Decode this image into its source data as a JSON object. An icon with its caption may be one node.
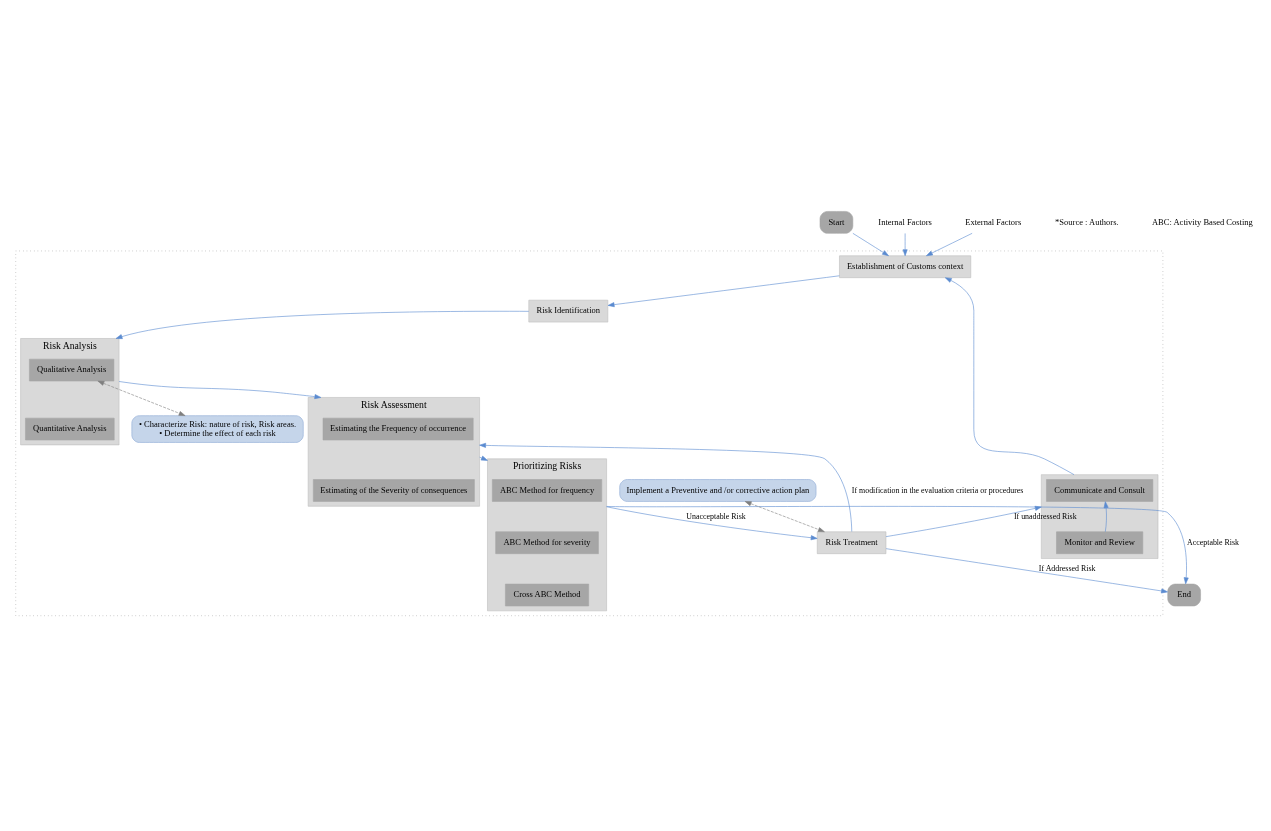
{
  "diagram": {
    "nodes": [
      {
        "text": [
          "Start"
        ]
      },
      {
        "text": [
          "Internal Factors"
        ]
      },
      {
        "text": [
          "External Factors"
        ]
      },
      {
        "text": [],
        "shape": "box"
      },
      {
        "text": [
          "Establishment of Customs context"
        ],
        "in": 3
      },
      {
        "text": [
          "Risk Identification"
        ],
        "in": 3
      },
      {
        "text": [
          "Risk Analysis"
        ],
        "in": 3
      },
      {
        "text": [
          "Qualitative Analysis"
        ],
        "in": 6
      },
      {
        "text": [
          "Quantitative Analysis"
        ],
        "in": 6
      },
      {
        "text": [
          "• Characterize Risk: nature of risk, Risk areas.",
          "• Determine the effect of each risk"
        ],
        "in": 3
      },
      {
        "text": [],
        "shape": "box",
        "in": 3
      },
      {
        "text": [
          "Communicate and Consult"
        ],
        "in": 10
      },
      {
        "text": [
          "Monitor and Review"
        ],
        "in": 10
      },
      {
        "text": [
          "Risk Assessment"
        ],
        "in": 3
      },
      {
        "text": [
          "Estimating the Frequency of occurrence"
        ],
        "in": 13
      },
      {
        "text": [
          "Estimating of the Severity of consequences"
        ],
        "in": 13
      },
      {
        "text": [
          "Prioritizing Risks"
        ],
        "in": 3
      },
      {
        "text": [
          "ABC Method for frequency"
        ],
        "in": 16
      },
      {
        "text": [
          "ABC Method for severity"
        ],
        "in": 16
      },
      {
        "text": [
          "Cross ABC Method"
        ],
        "in": 16
      },
      {
        "text": [
          "Implement a Preventive and /or corrective action plan"
        ],
        "in": 3
      },
      {
        "text": [
          "Risk Treatment"
        ],
        "in": 3
      },
      {
        "text": [
          "End"
        ]
      }
    ],
    "edges": [
      {
        "from": 0,
        "to": 4,
        "arrow": "to"
      },
      {
        "from": 1,
        "to": 4,
        "arrow": "to"
      },
      {
        "from": 2,
        "to": 4,
        "arrow": "to"
      },
      {
        "from": 4,
        "to": 5,
        "arrow": "to"
      },
      {
        "from": 5,
        "to": 6,
        "arrow": "to"
      },
      {
        "from": 7,
        "to": 9,
        "arrow": "both",
        "style": "dashed",
        "color": "#7f7f7f"
      },
      {
        "from": 10,
        "to": 4,
        "arrow": "to"
      },
      {
        "from": 12,
        "to": 11,
        "arrow": "to"
      },
      {
        "from": 6,
        "to": 13,
        "arrow": "to"
      },
      {
        "from": 13,
        "to": 16,
        "arrow": "to"
      },
      {
        "from": 16,
        "to": 22,
        "arrow": "to",
        "label": "Acceptable Risk"
      },
      {
        "from": 16,
        "to": 21,
        "arrow": "to",
        "label": "Unacceptable Risk"
      },
      {
        "from": 21,
        "to": 13,
        "arrow": "to",
        "label": "If modification in the evaluation criteria or procedures"
      },
      {
        "from": 21,
        "to": 22,
        "arrow": "to",
        "label": "If Addressed Risk"
      },
      {
        "from": 21,
        "to": 10,
        "arrow": "to",
        "label": "If unaddressed Risk"
      },
      {
        "from": 20,
        "to": 21,
        "arrow": "both",
        "style": "dashed",
        "color": "#7f7f7f"
      }
    ],
    "labels": [
      "*Source : Authors.",
      "ABC: Activity Based Costing"
    ]
  }
}
